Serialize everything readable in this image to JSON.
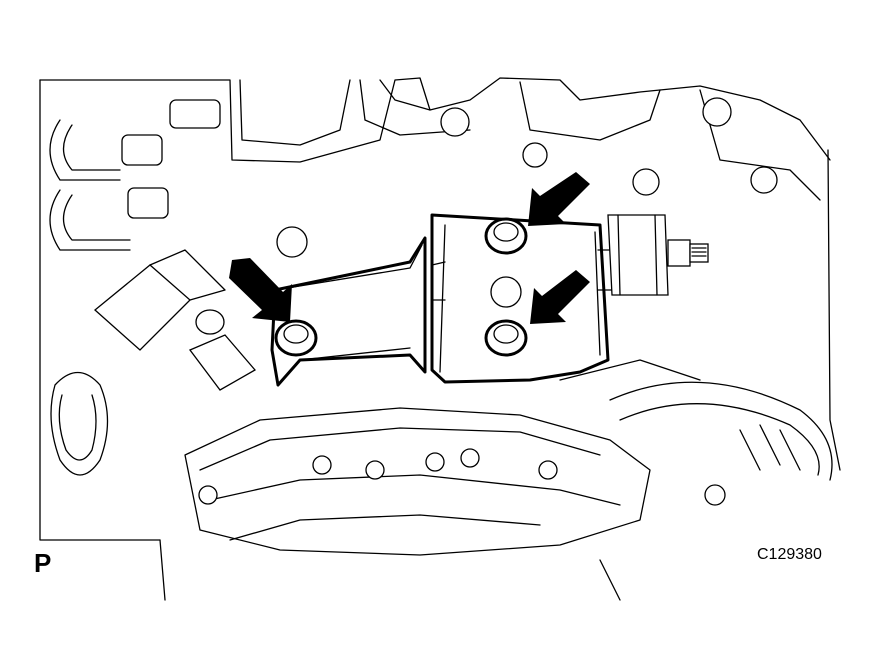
{
  "figure": {
    "corner_letter": "P",
    "figure_code": "C129380"
  },
  "colors": {
    "line": "#000000",
    "background": "#ffffff"
  },
  "callouts": [
    {
      "name": "arrow-pointing-bolt-left",
      "target": "mount-bolt-left"
    },
    {
      "name": "arrow-pointing-bolt-upper",
      "target": "mount-bolt-upper"
    },
    {
      "name": "arrow-pointing-bolt-lower",
      "target": "mount-bolt-lower"
    }
  ]
}
